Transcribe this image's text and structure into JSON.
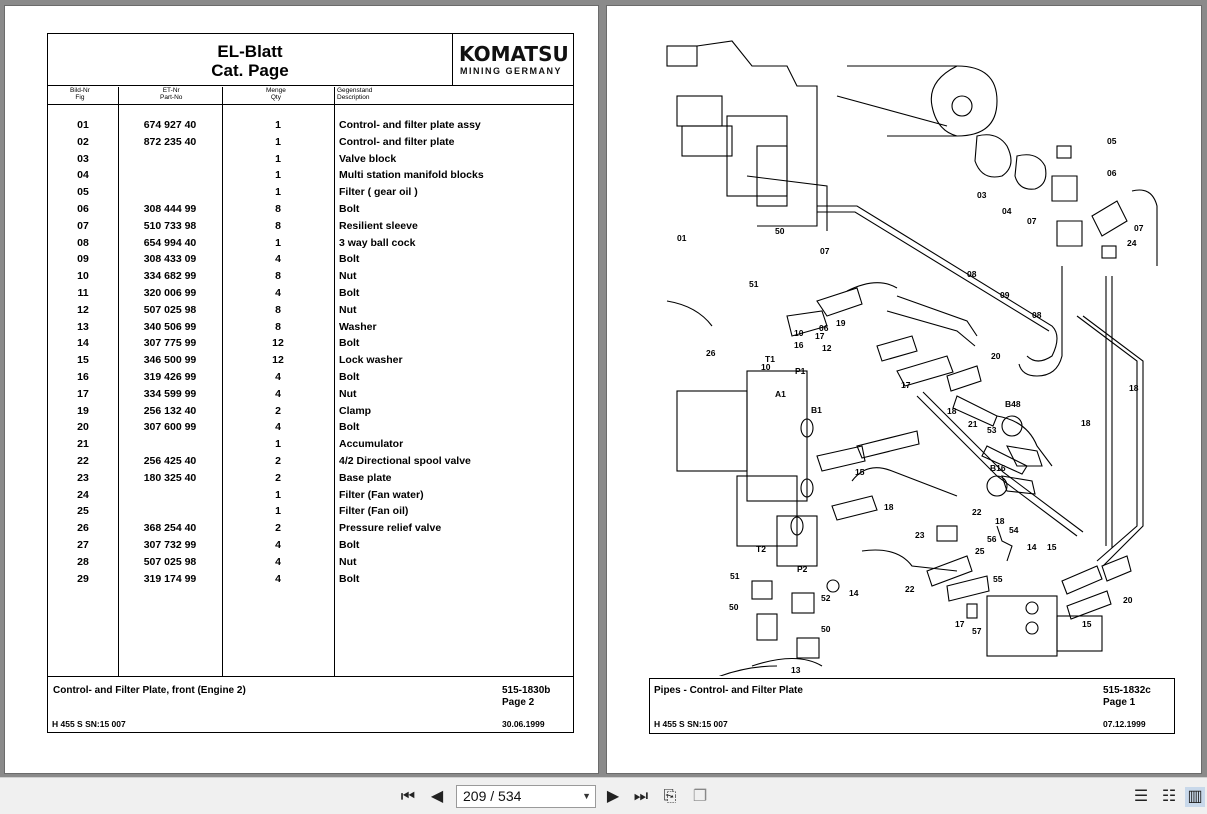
{
  "left_page": {
    "title_line1": "EL-Blatt",
    "title_line2": "Cat. Page",
    "logo_main": "KOMATSU",
    "logo_sub": "MINING GERMANY",
    "columns": [
      {
        "de": "Bild-Nr",
        "en": "Fig"
      },
      {
        "de": "ET-Nr",
        "en": "Part-No"
      },
      {
        "de": "Menge",
        "en": "Qty"
      },
      {
        "de": "Gegenstand",
        "en": "Description"
      }
    ],
    "rows": [
      {
        "fig": "01",
        "part": "674 927 40",
        "qty": "1",
        "desc": "Control- and filter plate assy"
      },
      {
        "fig": "02",
        "part": "872 235 40",
        "qty": "1",
        "desc": "Control- and filter plate"
      },
      {
        "fig": "03",
        "part": "",
        "qty": "1",
        "desc": "Valve block"
      },
      {
        "fig": "04",
        "part": "",
        "qty": "1",
        "desc": "Multi station manifold blocks"
      },
      {
        "fig": "05",
        "part": "",
        "qty": "1",
        "desc": "Filter ( gear oil )"
      },
      {
        "fig": "06",
        "part": "308 444 99",
        "qty": "8",
        "desc": "Bolt"
      },
      {
        "fig": "07",
        "part": "510 733 98",
        "qty": "8",
        "desc": "Resilient sleeve"
      },
      {
        "fig": "08",
        "part": "654 994 40",
        "qty": "1",
        "desc": "3 way ball cock"
      },
      {
        "fig": "09",
        "part": "308 433 09",
        "qty": "4",
        "desc": "Bolt"
      },
      {
        "fig": "10",
        "part": "334 682 99",
        "qty": "8",
        "desc": "Nut"
      },
      {
        "fig": "11",
        "part": "320 006 99",
        "qty": "4",
        "desc": "Bolt"
      },
      {
        "fig": "12",
        "part": "507 025 98",
        "qty": "8",
        "desc": "Nut"
      },
      {
        "fig": "13",
        "part": "340 506 99",
        "qty": "8",
        "desc": "Washer"
      },
      {
        "fig": "14",
        "part": "307 775 99",
        "qty": "12",
        "desc": "Bolt"
      },
      {
        "fig": "15",
        "part": "346 500 99",
        "qty": "12",
        "desc": "Lock washer"
      },
      {
        "fig": "16",
        "part": "319 426 99",
        "qty": "4",
        "desc": "Bolt"
      },
      {
        "fig": "17",
        "part": "334 599 99",
        "qty": "4",
        "desc": "Nut"
      },
      {
        "fig": "19",
        "part": "256 132 40",
        "qty": "2",
        "desc": "Clamp"
      },
      {
        "fig": "20",
        "part": "307 600 99",
        "qty": "4",
        "desc": "Bolt"
      },
      {
        "fig": "21",
        "part": "",
        "qty": "1",
        "desc": "Accumulator"
      },
      {
        "fig": "22",
        "part": "256 425 40",
        "qty": "2",
        "desc": "4/2 Directional spool valve"
      },
      {
        "fig": "23",
        "part": "180 325 40",
        "qty": "2",
        "desc": "Base plate"
      },
      {
        "fig": "24",
        "part": "",
        "qty": "1",
        "desc": "Filter (Fan water)"
      },
      {
        "fig": "25",
        "part": "",
        "qty": "1",
        "desc": "Filter (Fan oil)"
      },
      {
        "fig": "26",
        "part": "368 254 40",
        "qty": "2",
        "desc": "Pressure relief valve"
      },
      {
        "fig": "27",
        "part": "307 732 99",
        "qty": "4",
        "desc": "Bolt"
      },
      {
        "fig": "28",
        "part": "507 025 98",
        "qty": "4",
        "desc": "Nut"
      },
      {
        "fig": "29",
        "part": "319 174 99",
        "qty": "4",
        "desc": "Bolt"
      }
    ],
    "footer_title": "Control- and Filter Plate, front (Engine 2)",
    "footer_code": "515-1830b",
    "footer_page": "Page 2",
    "footer_machine": "H 455 S SN:15 007",
    "footer_date": "30.06.1999"
  },
  "right_page": {
    "footer_title": "Pipes - Control- and Filter Plate",
    "footer_code": "515-1832c",
    "footer_page": "Page 1",
    "footer_machine": "H 455 S SN:15 007",
    "footer_date": "07.12.1999",
    "callouts": [
      "05",
      "06",
      "03",
      "04",
      "07",
      "07",
      "24",
      "01",
      "50",
      "07",
      "51",
      "08",
      "09",
      "08",
      "18",
      "06",
      "10",
      "17",
      "19",
      "26",
      "10",
      "12",
      "16",
      "T1",
      "P1",
      "20",
      "A1",
      "B1",
      "17",
      "18",
      "21",
      "B48",
      "53",
      "18",
      "B16",
      "15",
      "18",
      "22",
      "18",
      "54",
      "23",
      "56",
      "25",
      "14",
      "15",
      "T2",
      "51",
      "P2",
      "22",
      "55",
      "50",
      "52",
      "14",
      "17",
      "57",
      "20",
      "15",
      "50",
      "13"
    ]
  },
  "toolbar": {
    "page_indicator": "209 / 534",
    "icons": [
      "first-page-icon",
      "previous-page-icon",
      "next-page-icon",
      "last-page-icon",
      "rotate-icon",
      "compare-icon",
      "single-page-view-icon",
      "continuous-view-icon",
      "two-page-view-icon"
    ]
  }
}
